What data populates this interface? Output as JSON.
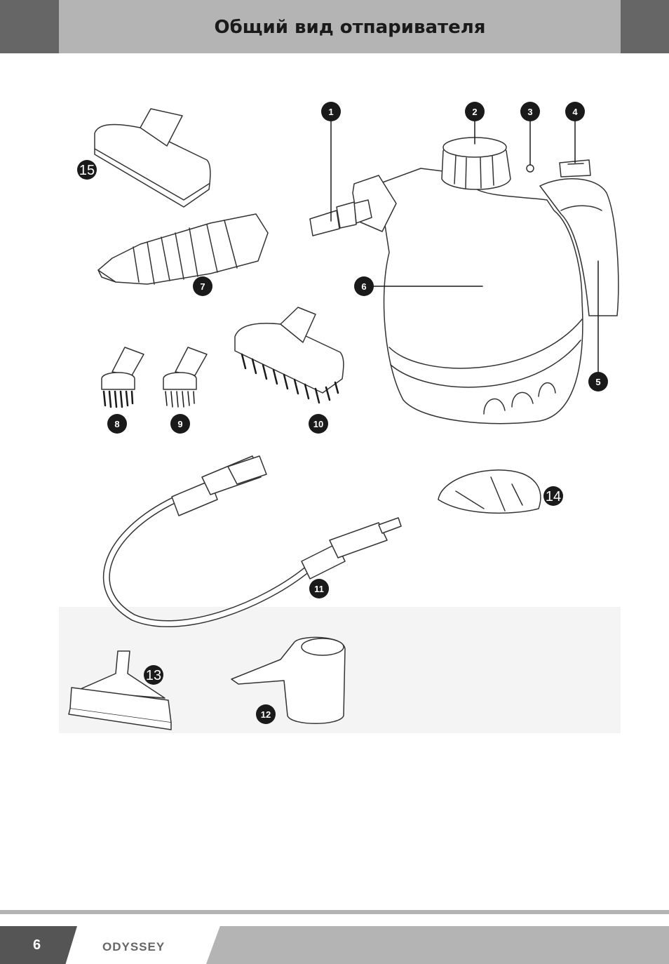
{
  "header": {
    "title": "Общий вид отпаривателя"
  },
  "callouts": {
    "c1": "1",
    "c2": "2",
    "c3": "3",
    "c4": "4",
    "c5": "5",
    "c6": "6",
    "c7": "7",
    "c8": "8",
    "c9": "9",
    "c10": "10",
    "c11": "11",
    "c12": "12",
    "c13": "13",
    "c14": "14",
    "c15": "15"
  },
  "footer": {
    "page_number": "6",
    "brand": "ODYSSEY"
  },
  "colors": {
    "header_bar": "#b4b4b4",
    "header_side": "#666666",
    "callout_fill": "#1a1a1a"
  }
}
